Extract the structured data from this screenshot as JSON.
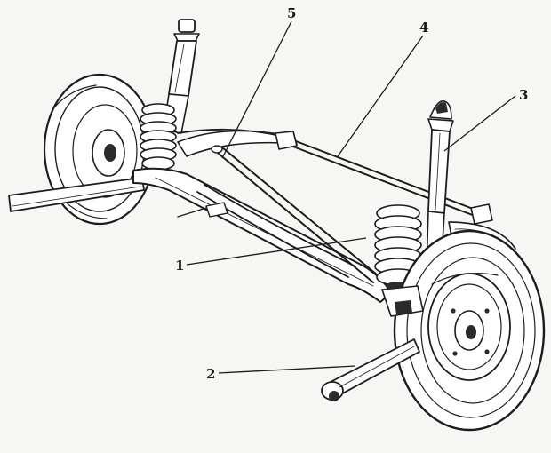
{
  "callouts": [
    {
      "id": "c1",
      "label": "1"
    },
    {
      "id": "c2",
      "label": "2"
    },
    {
      "id": "c3",
      "label": "3"
    },
    {
      "id": "c4",
      "label": "4"
    },
    {
      "id": "c5",
      "label": "5"
    }
  ]
}
